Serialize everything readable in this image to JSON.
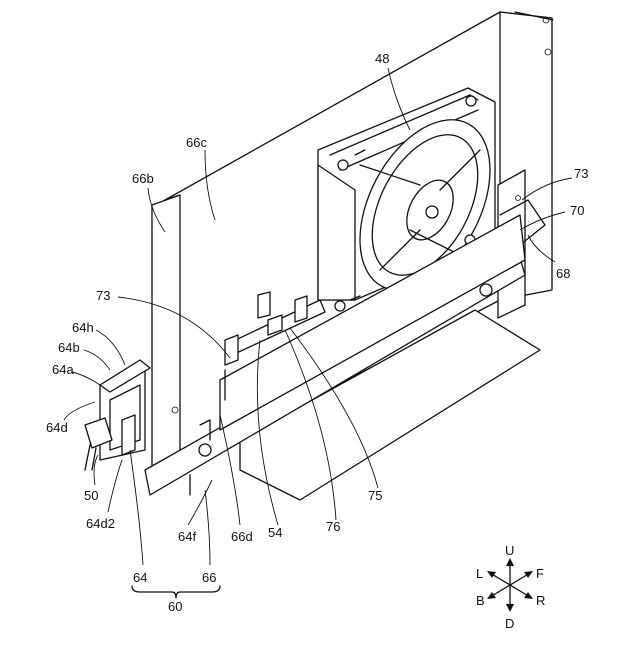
{
  "labels": {
    "l48": "48",
    "l66c": "66c",
    "l66b": "66b",
    "l73a": "73",
    "l73b": "73",
    "l70": "70",
    "l68": "68",
    "l64h": "64h",
    "l64b": "64b",
    "l64a": "64a",
    "l64d": "64d",
    "l50": "50",
    "l64d2": "64d2",
    "l64f": "64f",
    "l66d": "66d",
    "l54": "54",
    "l76": "76",
    "l75": "75",
    "l64": "64",
    "l66": "66",
    "l60": "60"
  },
  "compass": {
    "up": "U",
    "down": "D",
    "left": "L",
    "right": "R",
    "front": "F",
    "back": "B"
  }
}
